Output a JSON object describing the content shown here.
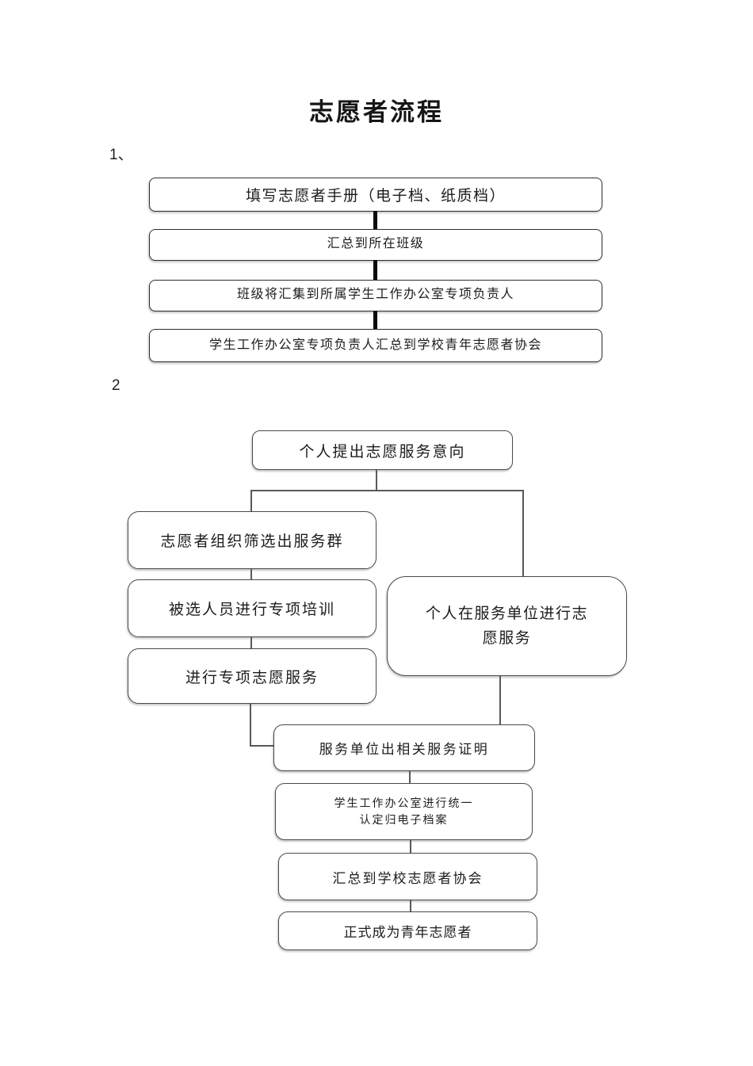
{
  "title": "志愿者流程",
  "sections": {
    "s1": "1、",
    "s2": "2"
  },
  "fc1": {
    "steps": [
      "填写志愿者手册（电子档、纸质档）",
      "汇总到所在班级",
      "班级将汇集到所属学生工作办公室专项负责人",
      "学生工作办公室专项负责人汇总到学校青年志愿者协会"
    ]
  },
  "fc2": {
    "start": "个人提出志愿服务意向",
    "left": [
      "志愿者组织筛选出服务群",
      "被选人员进行专项培训",
      "进行专项志愿服务"
    ],
    "right": "个人在服务单位进行志\n愿服务",
    "merge": [
      "服务单位出相关服务证明",
      "学生工作办公室进行统一\n认定归电子档案",
      "汇总到学校志愿者协会",
      "正式成为青年志愿者"
    ]
  },
  "colors": {
    "background": "#ffffff",
    "text": "#1c1c1c",
    "box_border": "#3a3a3a",
    "thick_connector": "#0d0d0d",
    "thin_connector": "#595959"
  }
}
